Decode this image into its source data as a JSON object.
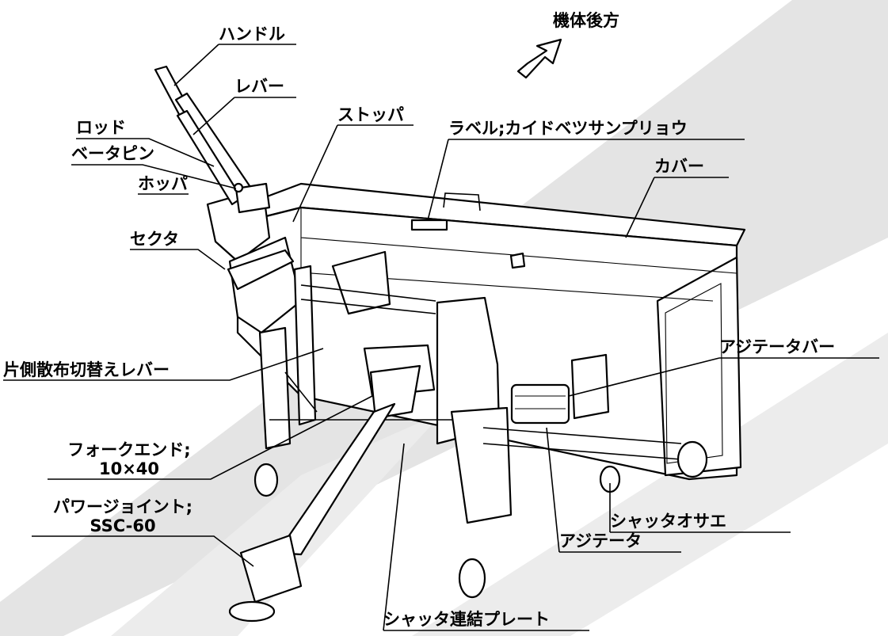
{
  "diagram": {
    "labels": {
      "handle": "ハンドル",
      "lever": "レバー",
      "rod": "ロッド",
      "beta_pin": "ベータピン",
      "hopper": "ホッパ",
      "sector": "セクタ",
      "stopper": "ストッパ",
      "label_caution": "ラベル;カイドベツサンプリョウ",
      "cover": "カバー",
      "direction_rear": "機体後方",
      "one_side_lever": "片側散布切替えレバー",
      "fork_end_line1": "フォークエンド;",
      "fork_end_line2": "10×40",
      "power_joint_line1": "パワージョイント;",
      "power_joint_line2": "SSC-60",
      "agitator_bar": "アジテータバー",
      "shutter_holder": "シャッタオサエ",
      "agitator": "アジテータ",
      "shutter_plate": "シャッタ連結プレート"
    }
  }
}
